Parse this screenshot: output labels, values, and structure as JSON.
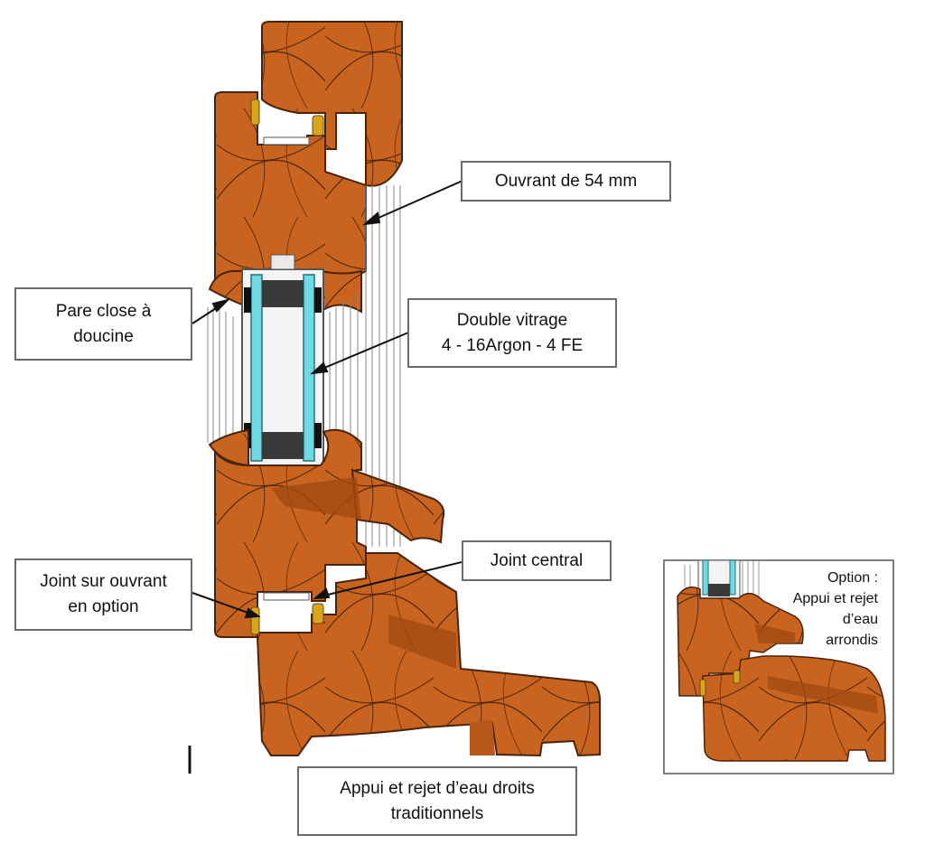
{
  "callouts": {
    "ouvrant": "Ouvrant de 54 mm",
    "pare_close": [
      "Pare close à",
      "doucine"
    ],
    "double_vitrage": [
      "Double vitrage",
      "4 - 16Argon - 4 FE"
    ],
    "joint_central": "Joint central",
    "joint_ouvrant": [
      "Joint sur ouvrant",
      "en option"
    ],
    "appui": [
      "Appui et rejet d’eau droits",
      "traditionnels"
    ]
  },
  "inset": {
    "lines": [
      "Option :",
      "Appui et rejet",
      "d’eau",
      "arrondis"
    ]
  },
  "colors": {
    "wood": "#c4611e",
    "wood_grain": "#5a2a0c",
    "glass": "#6fd9e4",
    "spacer": "#3a3a3a",
    "gasket": "#d9a51f",
    "border": "#6a6a6a"
  }
}
